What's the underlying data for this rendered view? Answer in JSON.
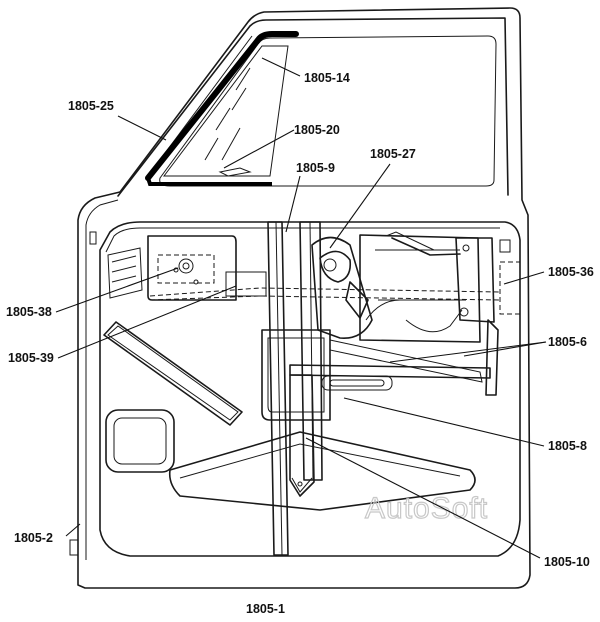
{
  "diagram": {
    "caption": "1805-1",
    "watermark": "AutoSoft",
    "callouts": [
      {
        "id": "c1805-25",
        "text": "1805-25"
      },
      {
        "id": "c1805-14",
        "text": "1805-14"
      },
      {
        "id": "c1805-20",
        "text": "1805-20"
      },
      {
        "id": "c1805-9",
        "text": "1805-9"
      },
      {
        "id": "c1805-27",
        "text": "1805-27"
      },
      {
        "id": "c1805-36",
        "text": "1805-36"
      },
      {
        "id": "c1805-38",
        "text": "1805-38"
      },
      {
        "id": "c1805-6",
        "text": "1805-6"
      },
      {
        "id": "c1805-39",
        "text": "1805-39"
      },
      {
        "id": "c1805-8",
        "text": "1805-8"
      },
      {
        "id": "c1805-2",
        "text": "1805-2"
      },
      {
        "id": "c1805-10",
        "text": "1805-10"
      }
    ]
  }
}
